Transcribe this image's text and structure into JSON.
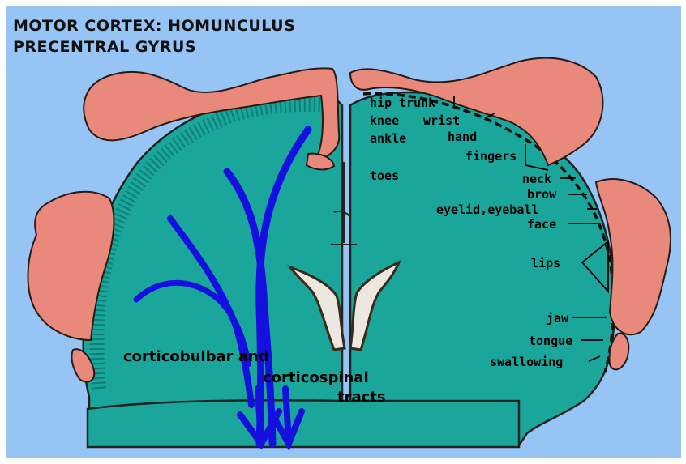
{
  "title": {
    "line1": "MOTOR CORTEX: HOMUNCULUS",
    "line2": "PRECENTRAL GYRUS"
  },
  "labels": {
    "hip": "hip",
    "trunk": "trunk",
    "knee": "knee",
    "ankle": "ankle",
    "toes": "toes",
    "wrist": "wrist",
    "hand": "hand",
    "fingers": "fingers",
    "neck": "neck",
    "brow": "brow",
    "eyelid": "eyelid,eyeball",
    "face": "face",
    "lips": "lips",
    "jaw": "jaw",
    "tongue": "tongue",
    "swallowing": "swallowing",
    "tracts_line1": "corticobulbar and",
    "tracts_line2": "corticospinal",
    "tracts_line3": "tracts"
  },
  "colors": {
    "background": "#96c4f5",
    "cortex": "#1aa69a",
    "skin": "#e8897c",
    "tracts": "#1510e0"
  }
}
